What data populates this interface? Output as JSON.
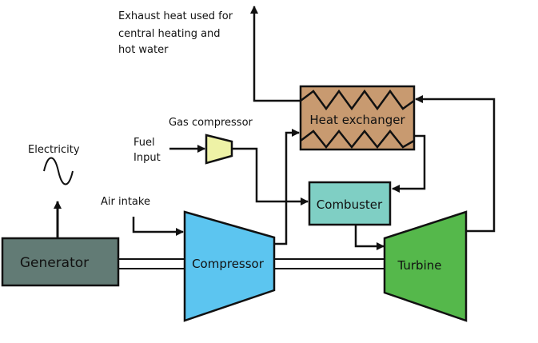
{
  "labels": {
    "exhaust_line1": "Exhaust heat used for",
    "exhaust_line2": "central heating and",
    "exhaust_line3": "hot water",
    "heat_exchanger": "Heat exchanger",
    "gas_compressor": "Gas compressor",
    "fuel_line1": "Fuel",
    "fuel_line2": "Input",
    "electricity": "Electricity",
    "air_intake": "Air intake",
    "combuster": "Combuster",
    "generator": "Generator",
    "compressor": "Compressor",
    "turbine": "Turbine"
  },
  "colors": {
    "heat_exchanger": "#c89a70",
    "combuster": "#7fcfc4",
    "generator": "#627b75",
    "compressor": "#5cc5f0",
    "turbine": "#55b84b",
    "gas_compressor": "#eef2a6",
    "line": "#111111"
  }
}
